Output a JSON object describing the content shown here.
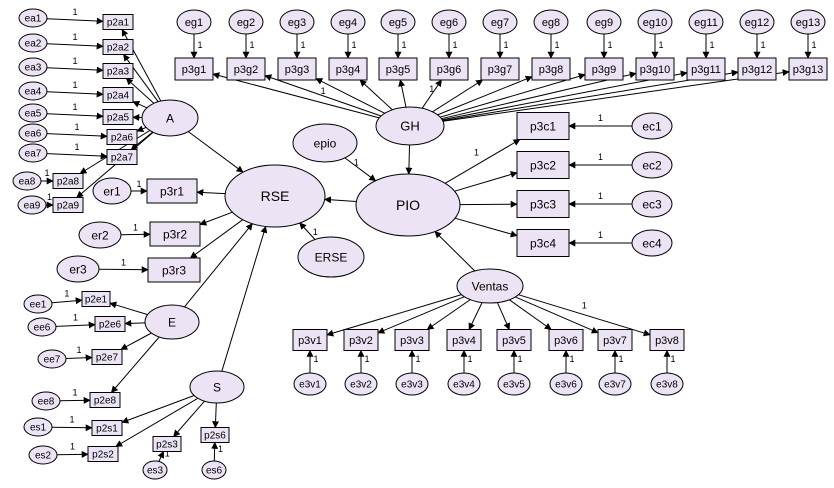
{
  "colors": {
    "node_fill": "#ece4f4",
    "stroke": "#000000",
    "highlight": "#e0242c"
  },
  "nodes": {
    "A": "A",
    "E": "E",
    "S": "S",
    "RSE": "RSE",
    "PIO": "PIO",
    "GH": "GH",
    "Ventas": "Ventas",
    "epio": "epio",
    "ERSE": "ERSE",
    "p2a1": "p2a1",
    "p2a2": "p2a2",
    "p2a3": "p2a3",
    "p2a4": "p2a4",
    "p2a5": "p2a5",
    "p2a6": "p2a6",
    "p2a7": "p2a7",
    "p2a8": "p2a8",
    "p2a9": "p2a9",
    "ea1": "ea1",
    "ea2": "ea2",
    "ea3": "ea3",
    "ea4": "ea4",
    "ea5": "ea5",
    "ea6": "ea6",
    "ea7": "ea7",
    "ea8": "ea8",
    "ea9": "ea9",
    "p3r1": "p3r1",
    "p3r2": "p3r2",
    "p3r3": "p3r3",
    "er1": "er1",
    "er2": "er2",
    "er3": "er3",
    "p2e1": "p2e1",
    "p2e6": "p2e6",
    "p2e7": "p2e7",
    "p2e8": "p2e8",
    "ee1": "ee1",
    "ee6": "ee6",
    "ee7": "ee7",
    "ee8": "ee8",
    "p2s1": "p2s1",
    "p2s2": "p2s2",
    "p2s3": "p2s3",
    "p2s6": "p2s6",
    "es1": "es1",
    "es2": "es2",
    "es3": "es3",
    "es6": "es6",
    "eg1": "eg1",
    "eg2": "eg2",
    "eg3": "eg3",
    "eg4": "eg4",
    "eg5": "eg5",
    "eg6": "eg6",
    "eg7": "eg7",
    "eg8": "eg8",
    "eg9": "eg9",
    "eg10": "eg10",
    "eg11": "eg11",
    "eg12": "eg12",
    "eg13": "eg13",
    "p3g1": "p3g1",
    "p3g2": "p3g2",
    "p3g3": "p3g3",
    "p3g4": "p3g4",
    "p3g5": "p3g5",
    "p3g6": "p3g6",
    "p3g7": "p3g7",
    "p3g8": "p3g8",
    "p3g9": "p3g9",
    "p3g10": "p3g10",
    "p3g11": "p3g11",
    "p3g12": "p3g12",
    "p3g13": "p3g13",
    "p3c1": "p3c1",
    "p3c2": "p3c2",
    "p3c3": "p3c3",
    "p3c4": "p3c4",
    "ec1": "ec1",
    "ec2": "ec2",
    "ec3": "ec3",
    "ec4": "ec4",
    "p3v1": "p3v1",
    "p3v2": "p3v2",
    "p3v3": "p3v3",
    "p3v4": "p3v4",
    "p3v5": "p3v5",
    "p3v6": "p3v6",
    "p3v7": "p3v7",
    "p3v8": "p3v8",
    "e3v1": "e3v1",
    "e3v2": "e3v2",
    "e3v3": "e3v3",
    "e3v4": "e3v4",
    "e3v5": "e3v5",
    "e3v6": "e3v6",
    "e3v7": "e3v7",
    "e3v8": "e3v8"
  },
  "weights": {
    "fixed": "1"
  }
}
